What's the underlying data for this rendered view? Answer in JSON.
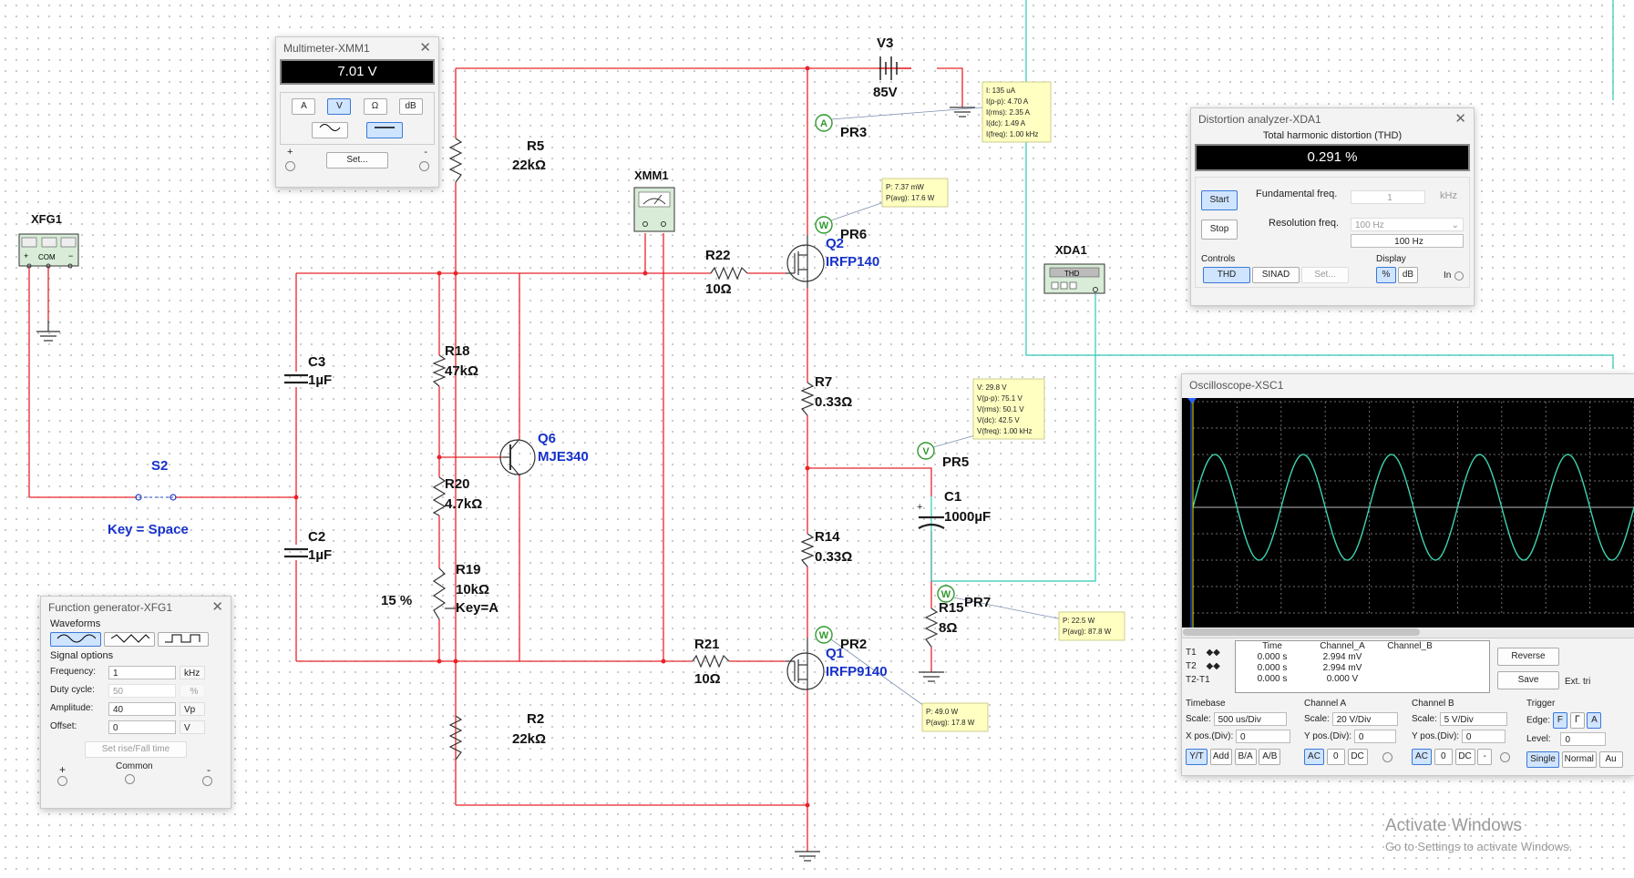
{
  "schematic": {
    "parts": {
      "v3": {
        "name": "V3",
        "value": "85V"
      },
      "r5": {
        "name": "R5",
        "value": "22kΩ"
      },
      "r22": {
        "name": "R22",
        "value": "10Ω"
      },
      "r18": {
        "name": "R18",
        "value": "47kΩ"
      },
      "r20": {
        "name": "R20",
        "value": "4.7kΩ"
      },
      "r19": {
        "name": "R19",
        "value": "10kΩ",
        "key": "Key=A",
        "percent": "15 %"
      },
      "r7": {
        "name": "R7",
        "value": "0.33Ω"
      },
      "r14": {
        "name": "R14",
        "value": "0.33Ω"
      },
      "r15": {
        "name": "R15",
        "value": "8Ω"
      },
      "r21": {
        "name": "R21",
        "value": "10Ω"
      },
      "r2": {
        "name": "R2",
        "value": "22kΩ"
      },
      "c3": {
        "name": "C3",
        "value": "1µF"
      },
      "c2": {
        "name": "C2",
        "value": "1µF"
      },
      "c1": {
        "name": "C1",
        "value": "1000µF"
      },
      "q6": {
        "name": "Q6",
        "value": "MJE340"
      },
      "q2": {
        "name": "Q2",
        "value": "IRFP140"
      },
      "q1": {
        "name": "Q1",
        "value": "IRFP9140"
      },
      "s2": {
        "name": "S2",
        "key": "Key = Space"
      },
      "xfg1": {
        "name": "XFG1",
        "com": "COM"
      },
      "xmm1": {
        "name": "XMM1"
      },
      "xda1": {
        "name": "XDA1",
        "thd": "THD"
      }
    },
    "probes": {
      "pr3": {
        "name": "PR3",
        "letter": "A",
        "lines": [
          "I: 135 uA",
          "I(p-p): 4.70 A",
          "I(rms): 2.35 A",
          "I(dc): 1.49 A",
          "I(freq): 1.00 kHz"
        ]
      },
      "pr6": {
        "name": "PR6",
        "letter": "W",
        "lines": [
          "P: 7.37 mW",
          "P(avg): 17.6 W"
        ]
      },
      "pr5": {
        "name": "PR5",
        "letter": "V",
        "lines": [
          "V: 29.8 V",
          "V(p-p): 75.1 V",
          "V(rms): 50.1 V",
          "V(dc): 42.5 V",
          "V(freq): 1.00 kHz"
        ]
      },
      "pr7": {
        "name": "PR7",
        "letter": "W",
        "lines": [
          "P: 22.5 W",
          "P(avg): 87.8 W"
        ]
      },
      "pr2": {
        "name": "PR2",
        "letter": "W",
        "lines": [
          "P: 49.0 W",
          "P(avg): 17.8 W"
        ]
      }
    }
  },
  "multimeter": {
    "title": "Multimeter-XMM1",
    "reading": "7.01 V",
    "buttons": [
      "A",
      "V",
      "Ω",
      "dB"
    ],
    "selected": "V",
    "set_label": "Set...",
    "plus": "+",
    "minus": "-"
  },
  "distortion": {
    "title": "Distortion analyzer-XDA1",
    "heading": "Total harmonic distortion (THD)",
    "reading": "0.291 %",
    "start_label": "Start",
    "stop_label": "Stop",
    "fund_label": "Fundamental freq.",
    "fund_value": "1",
    "fund_unit": "kHz",
    "res_label": "Resolution freq.",
    "res_select": "100 Hz",
    "res_value": "100 Hz",
    "controls_label": "Controls",
    "display_label": "Display",
    "thd_label": "THD",
    "sinad_label": "SINAD",
    "set_label": "Set...",
    "pct_label": "%",
    "db_label": "dB",
    "in_label": "In"
  },
  "funcgen": {
    "title": "Function generator-XFG1",
    "waveforms_label": "Waveforms",
    "signal_options_label": "Signal options",
    "fields": [
      {
        "label": "Frequency:",
        "value": "1",
        "unit": "kHz",
        "disabled": false
      },
      {
        "label": "Duty cycle:",
        "value": "50",
        "unit": "%",
        "disabled": true
      },
      {
        "label": "Amplitude:",
        "value": "40",
        "unit": "Vp",
        "disabled": false
      },
      {
        "label": "Offset:",
        "value": "0",
        "unit": "V",
        "disabled": false
      }
    ],
    "rise_fall_label": "Set rise/Fall time",
    "common_label": "Common",
    "plus": "+",
    "minus": "-"
  },
  "scope": {
    "title": "Oscilloscope-XSC1",
    "table_headers": [
      "Time",
      "Channel_A",
      "Channel_B"
    ],
    "rows": [
      {
        "label": "T1",
        "time": "0.000 s",
        "a": "2.994 mV",
        "b": ""
      },
      {
        "label": "T2",
        "time": "0.000 s",
        "a": "2.994 mV",
        "b": ""
      },
      {
        "label": "T2-T1",
        "time": "0.000 s",
        "a": "0.000 V",
        "b": ""
      }
    ],
    "reverse_label": "Reverse",
    "save_label": "Save",
    "ext_trig_label": "Ext. tri",
    "timebase": {
      "title": "Timebase",
      "scale_label": "Scale:",
      "scale": "500 us/Div",
      "xpos_label": "X pos.(Div):",
      "xpos": "0",
      "modes": [
        "Y/T",
        "Add",
        "B/A",
        "A/B"
      ]
    },
    "channel_a": {
      "title": "Channel A",
      "scale_label": "Scale:",
      "scale": "20 V/Div",
      "ypos_label": "Y pos.(Div):",
      "ypos": "0",
      "modes": [
        "AC",
        "0",
        "DC"
      ]
    },
    "channel_b": {
      "title": "Channel B",
      "scale_label": "Scale:",
      "scale": "5 V/Div",
      "ypos_label": "Y pos.(Div):",
      "ypos": "0",
      "modes": [
        "AC",
        "0",
        "DC",
        "-"
      ]
    },
    "trigger": {
      "title": "Trigger",
      "edge_label": "Edge:",
      "level_label": "Level:",
      "level": "0",
      "modes": [
        "Single",
        "Normal",
        "Au"
      ],
      "edge_buttons": [
        "F",
        "ᒥ",
        "A"
      ]
    }
  },
  "watermark": {
    "line1": "Activate Windows",
    "line2": "Go to Settings to activate Windows."
  }
}
